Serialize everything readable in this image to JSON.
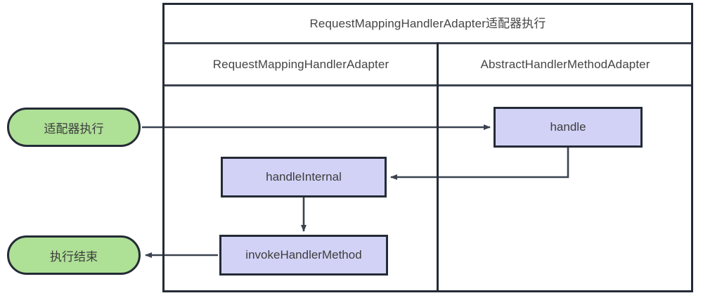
{
  "diagram": {
    "title": "RequestMappingHandlerAdapter适配器执行",
    "lanes": [
      {
        "id": "lane-left",
        "label": "RequestMappingHandlerAdapter"
      },
      {
        "id": "lane-right",
        "label": "AbstractHandlerMethodAdapter"
      }
    ],
    "nodes": [
      {
        "id": "start",
        "label": "适配器执行",
        "shape": "stadium",
        "fill": "#aee096",
        "stroke": "#242b36"
      },
      {
        "id": "handle",
        "label": "handle",
        "shape": "rect",
        "fill": "#d2d2f7",
        "stroke": "#242b36",
        "lane": "lane-right"
      },
      {
        "id": "handle-internal",
        "label": "handleInternal",
        "shape": "rect",
        "fill": "#d2d2f7",
        "stroke": "#242b36",
        "lane": "lane-left"
      },
      {
        "id": "invoke-handler-method",
        "label": "invokeHandlerMethod",
        "shape": "rect",
        "fill": "#d2d2f7",
        "stroke": "#242b36",
        "lane": "lane-left"
      },
      {
        "id": "end",
        "label": "执行结束",
        "shape": "stadium",
        "fill": "#aee096",
        "stroke": "#242b36"
      }
    ],
    "edges": [
      {
        "id": "edge-start-handle",
        "from": "start",
        "to": "handle",
        "label": "",
        "direction": "right"
      },
      {
        "id": "edge-handle-internal",
        "from": "handle",
        "to": "handle-internal",
        "label": "",
        "direction": "left"
      },
      {
        "id": "edge-internal-invoke",
        "from": "handle-internal",
        "to": "invoke-handler-method",
        "label": "",
        "direction": "down"
      },
      {
        "id": "edge-invoke-end",
        "from": "invoke-handler-method",
        "to": "end",
        "label": "",
        "direction": "left"
      }
    ],
    "colors": {
      "line": "#3b4350",
      "border": "#242b36",
      "process_fill": "#d2d2f7",
      "terminator_fill": "#aee096",
      "text": "#3d3d3d",
      "background": "#ffffff"
    }
  }
}
